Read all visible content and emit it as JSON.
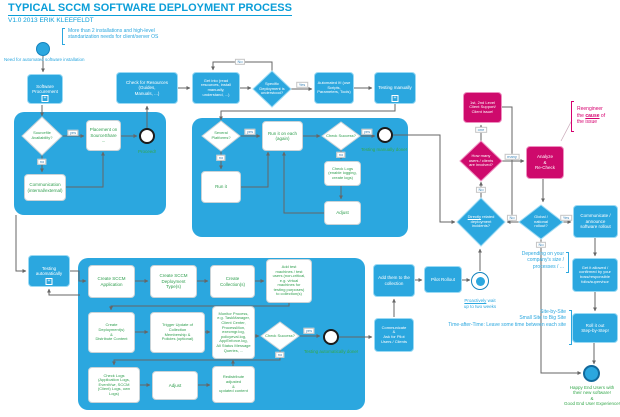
{
  "header": {
    "title": "TYPICAL SCCM SOFTWARE DEPLOYMENT PROCESS",
    "version": "V1.0 2013 ERIK KLEEFELDT"
  },
  "annotations": {
    "top_note": "More than 2 installations and high-level\nstandarization needs for client/server OS",
    "start_note": "Need for automated software installation",
    "reengineer": {
      "pre": "Reengineer\nthe ",
      "em": "cause",
      "post": " of\nthe issue"
    },
    "depending": "Depending on your\ncompany's size /\nprocesses / ...",
    "sites": "Site-by-Site\nSmall Site to  Big Site\nTime-after-Time: Leave some time between each site"
  },
  "events": {
    "proceed": "Proceed!",
    "manual_done": "Testing manually done!",
    "auto_done": "Testing automatically done!",
    "wait": {
      "u": "Proactively",
      "rest": " wait\nup to two weeks"
    },
    "happy": "Happy End Users with\ntheir new software!\n&\nGood End User Experience!"
  },
  "nodes": {
    "software_procurement": "Software\nProcurement",
    "check_resources": "Check for Resources (Guides,\nManuals, ...)",
    "get_into": "Get into (read\nresources, install\nmanually,\nunderstand, ...)",
    "specific": "Specific\nDeployment is\nunderstood?",
    "automated_it": "Automated It! (use\nScripts,\nParameters, Tools)",
    "testing_manually": "Testing manually",
    "sourcefile": "Sourcefile\nAvailability?",
    "placement": "Placement on\nSourceShare ...",
    "communication": "Communication\n(internal/external)",
    "several": "Several\nPlatforms?",
    "run_each": "Run it on each\n(again)",
    "check_success_mid": "Check Success?",
    "check_logs_mid": "Check Logs\n(enable logging,\ncreate logs)",
    "adjust_mid": "Adjust",
    "run_it": "Run it",
    "testing_automatically": "Testing\nautomatically",
    "create_app": "Create SCCM\nApplication",
    "create_dep_type": "Create SCCM\nDeployment\nType(s)",
    "create_collections": "Create Collection(s)",
    "add_test": "Add test\nmachines / test\nusers (non-critical,\ne.g. virtual\nmachines for\ntesting purposes)\nto collection(s)",
    "create_deployments": "Create\nDeployment(s)\n&\nDistribute Content",
    "trigger_update": "Trigger Update of\nCollection\nMembership &\nPolicies (optional)",
    "monitor": "Monitor Process,\ne.g. TaskManager,\nClient Center,\nProcessMon,\nexecmgr.log,\npolicyeval.log,\nAppEnforce.log,\nAll Status Message\nQueries, ...",
    "check_success_bot": "Check Success?",
    "check_logs_bot": "Check Logs\n(Application Logs,\nEventVwr, SCCM\n(Client) Logs, own\nLogs)",
    "adjust_bot": "Adjust",
    "redistribute": "Redistribute\nadjusted\n&\nupdated content",
    "add_them": "Add them to the\ncollection",
    "pilot_rollout": "Pilot Rollout",
    "communicate_ask": "Communicate\n&\nAsk for Pilot\nUsers / Clients",
    "support": "1st, 2nd Level\nClient Support/\nClient issue!",
    "how_many": "How many\nusers / clients\nare involved?",
    "analyze": "Analyze\n&\nRe-Check",
    "directly": {
      "u": "Directly",
      "rest": " related\ndeployment\nincidents?"
    },
    "global": "Global /\nnational\nrollout?",
    "communicate_announce": "Communicate /\nannounce\nsoftware rollout",
    "get_allowed": "Get it allowed /\nconfirmed by your\nboss/responsible\nfolks/supervisor",
    "roll_out": "Roll it out\nStep-by-Step!"
  },
  "edge_labels": {
    "yes1": "yes",
    "no1": "no",
    "no_loop": "No",
    "yes2": "Yes",
    "yes3": "yes",
    "no3": "no",
    "yes4": "yes",
    "no4": "no",
    "one": "one",
    "many": "many",
    "no5": "No",
    "no6": "No",
    "yes6": "Yes",
    "no7": "No",
    "yes8": "yes",
    "no8": "no"
  },
  "icons": {
    "subprocess": "+"
  },
  "colors": {
    "accent": "#2BA7DF",
    "magenta": "#CE0A6C",
    "green": "#35A84C",
    "title": "#0B9ED8"
  }
}
